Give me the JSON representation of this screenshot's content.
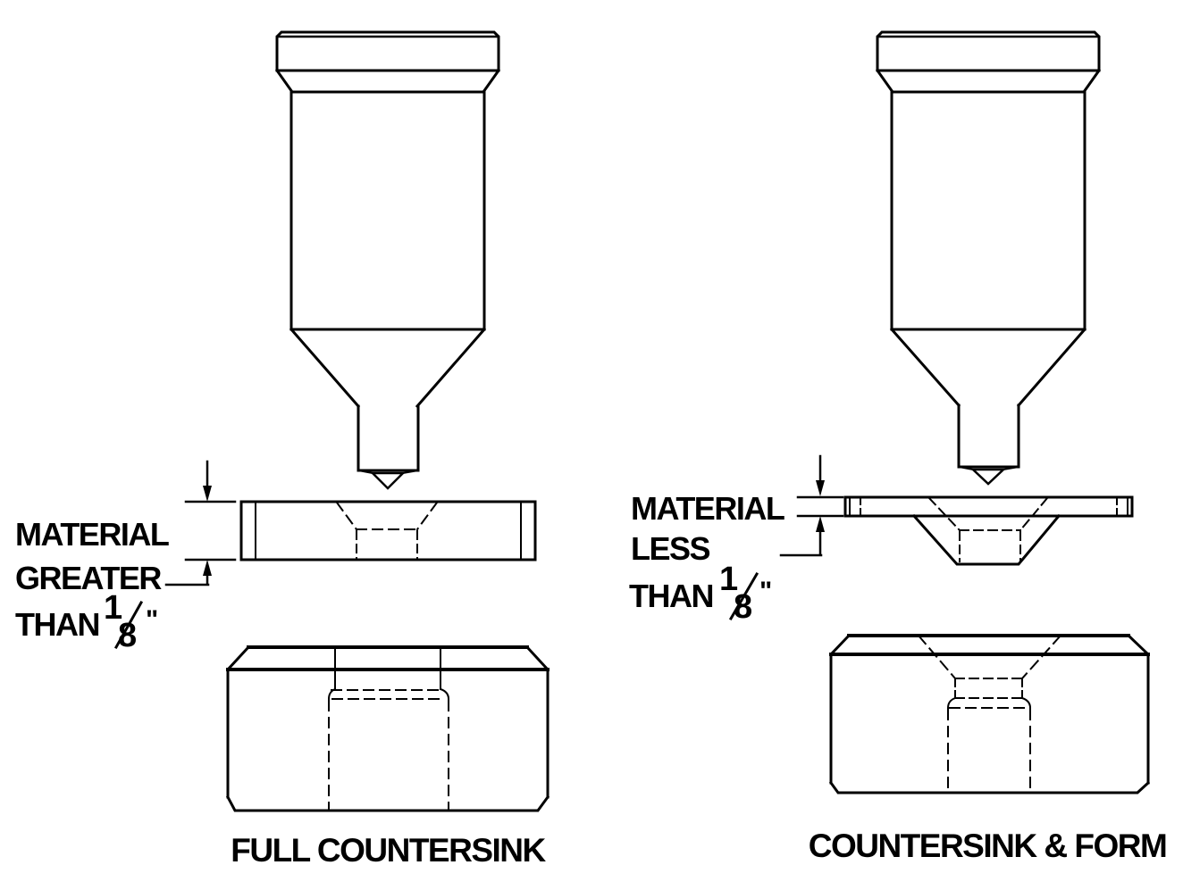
{
  "canvas": {
    "background": "#ffffff",
    "line_color": "#000000"
  },
  "left_panel": {
    "caption": "FULL COUNTERSINK",
    "note_lines": [
      "MATERIAL",
      "GREATER",
      "THAN"
    ],
    "fraction": {
      "numerator": "1",
      "denominator": "8",
      "inch_mark": "\""
    }
  },
  "right_panel": {
    "caption": "COUNTERSINK & FORM",
    "note_lines": [
      "MATERIAL",
      "LESS",
      "THAN"
    ],
    "fraction": {
      "numerator": "1",
      "denominator": "8",
      "inch_mark": "\""
    }
  }
}
